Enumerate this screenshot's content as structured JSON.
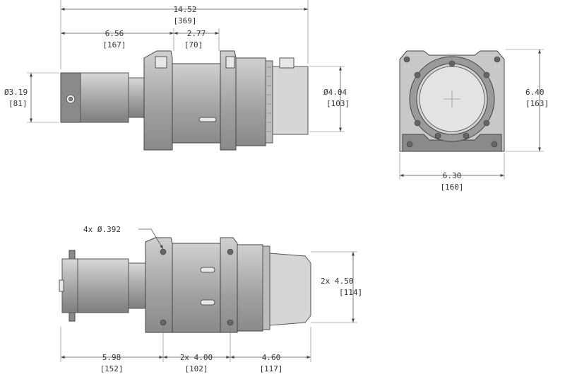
{
  "dimensions": {
    "overall_length": {
      "value": "14.52",
      "metric": "[369]"
    },
    "motor_offset": {
      "value": "6.56",
      "metric": "[167]"
    },
    "drum_offset": {
      "value": "2.77",
      "metric": "[70]"
    },
    "motor_diameter": {
      "value": "Ø3.19",
      "metric": "[81]"
    },
    "gearbox_diameter": {
      "value": "Ø4.04",
      "metric": "[103]"
    },
    "front_height": {
      "value": "6.40",
      "metric": "[163]"
    },
    "front_width": {
      "value": "6.30",
      "metric": "[160]"
    },
    "mount_holes": {
      "value": "4x  Ø.392"
    },
    "bolt_spacing_height": {
      "value": "2x 4.50",
      "metric": "[114]"
    },
    "base_motor": {
      "value": "5.98",
      "metric": "[152]"
    },
    "bolt_spacing_width": {
      "value": "2x 4.00",
      "metric": "[102]"
    },
    "base_gearbox": {
      "value": "4.60",
      "metric": "[117]"
    }
  }
}
